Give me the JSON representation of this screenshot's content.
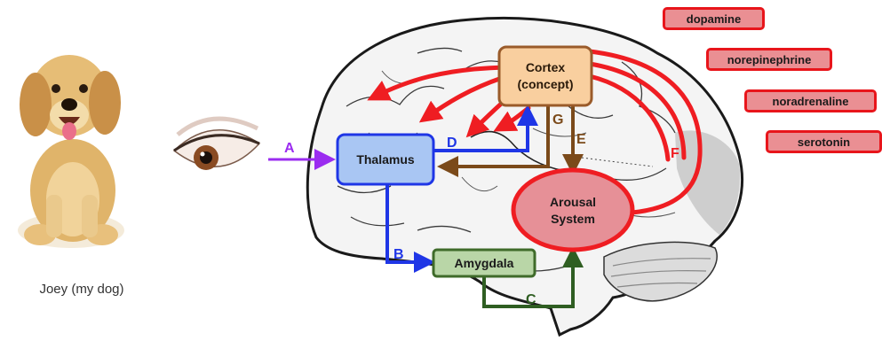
{
  "caption": "Joey (my dog)",
  "nodes": {
    "cortex": {
      "line1": "Cortex",
      "line2": "(concept)",
      "fill": "#f9cf9f",
      "stroke": "#9a5b2a"
    },
    "thalamus": {
      "label": "Thalamus",
      "fill": "#a9c6f3",
      "stroke": "#1f36e6"
    },
    "amygdala": {
      "label": "Amygdala",
      "fill": "#b9d6a7",
      "stroke": "#3f6b2a"
    },
    "arousal": {
      "line1": "Arousal",
      "line2": "System",
      "fill": "#e69097",
      "stroke": "#ef1d22"
    }
  },
  "pathways": {
    "a": {
      "label": "A",
      "color": "#9b2cf0"
    },
    "b": {
      "label": "B",
      "color": "#1f36e6"
    },
    "c": {
      "label": "C",
      "color": "#2f5e22"
    },
    "d": {
      "label": "D",
      "color": "#1f36e6"
    },
    "e": {
      "label": "E",
      "color": "#7b4a1a"
    },
    "f": {
      "label": "F",
      "color": "#ef1d22"
    },
    "g": {
      "label": "G",
      "color": "#7b4a1a"
    }
  },
  "neurotransmitters": [
    "dopamine",
    "norepinephrine",
    "noradrenaline",
    "serotonin"
  ]
}
